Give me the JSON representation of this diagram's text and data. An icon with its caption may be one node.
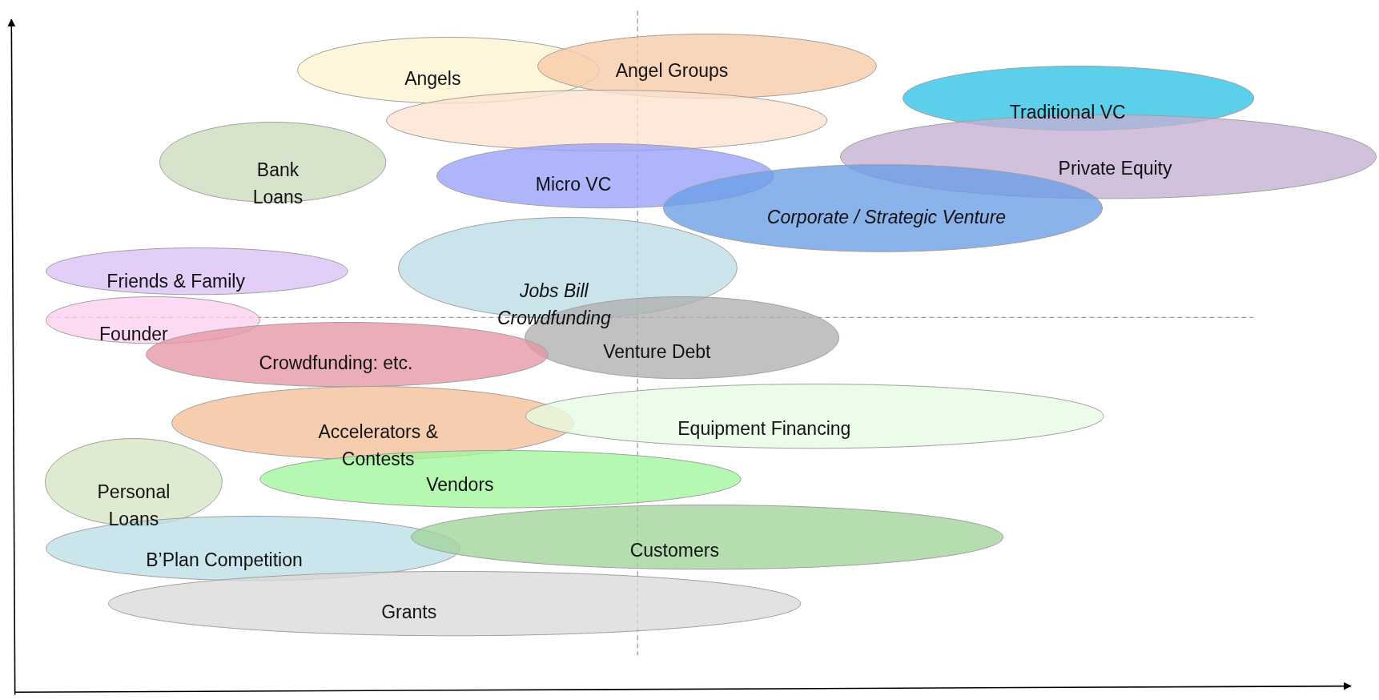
{
  "diagram": {
    "nodes": [
      {
        "text": [
          "Angels"
        ]
      },
      {
        "text": [
          "Angel Groups"
        ]
      },
      {
        "text": [],
        "shape": "ellipse"
      },
      {
        "text": [
          "Traditional VC"
        ]
      },
      {
        "text": [
          "Private Equity"
        ]
      },
      {
        "text": [
          "Bank Loans"
        ]
      },
      {
        "text": [
          "Micro VC"
        ]
      },
      {
        "text": [
          "Corporate / Strategic Venture"
        ]
      },
      {
        "text": [
          "Friends & Family"
        ]
      },
      {
        "text": [
          "Jobs Bill Crowdfunding"
        ]
      },
      {
        "text": [
          "Founder"
        ]
      },
      {
        "text": [
          "Venture Debt"
        ]
      },
      {
        "text": [
          "Crowdfunding: etc."
        ]
      },
      {
        "text": [
          "Accelerators & Contests"
        ]
      },
      {
        "text": [
          "Equipment Financing"
        ]
      },
      {
        "text": [
          "Personal Loans"
        ]
      },
      {
        "text": [
          "Vendors"
        ]
      },
      {
        "text": [
          "B’Plan Competition"
        ]
      },
      {
        "text": [
          "Customers"
        ]
      },
      {
        "text": [
          "Grants"
        ]
      }
    ]
  }
}
